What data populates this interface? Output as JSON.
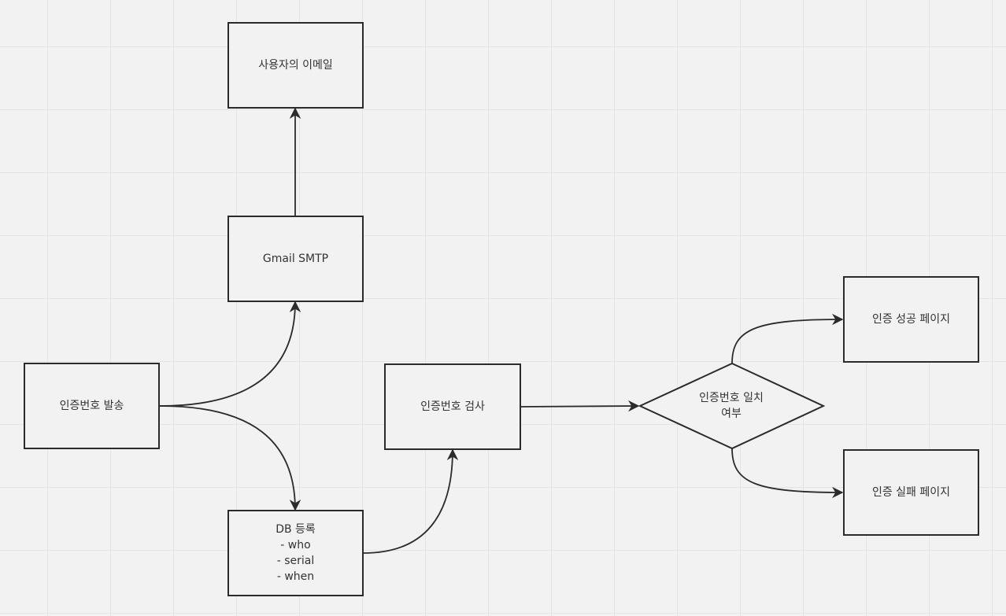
{
  "colors": {
    "background": "#f2f2f2",
    "grid": "#e4e4e4",
    "stroke": "#2b2b2b",
    "text": "#333333"
  },
  "nodes": {
    "send_code": "인증번호 발송",
    "gmail_smtp": "Gmail SMTP",
    "user_email": "사용자의 이메일",
    "db_register": "DB 등록\n- who\n- serial\n- when",
    "check_code": "인증번호 검사",
    "match_decision": "인증번호 일치\n여부",
    "success_page": "인증 성공 페이지",
    "fail_page": "인증 실패 페이지"
  },
  "edges": [
    {
      "from": "send_code",
      "to": "gmail_smtp"
    },
    {
      "from": "send_code",
      "to": "db_register"
    },
    {
      "from": "gmail_smtp",
      "to": "user_email"
    },
    {
      "from": "db_register",
      "to": "check_code"
    },
    {
      "from": "check_code",
      "to": "match_decision"
    },
    {
      "from": "match_decision",
      "to": "success_page"
    },
    {
      "from": "match_decision",
      "to": "fail_page"
    }
  ]
}
